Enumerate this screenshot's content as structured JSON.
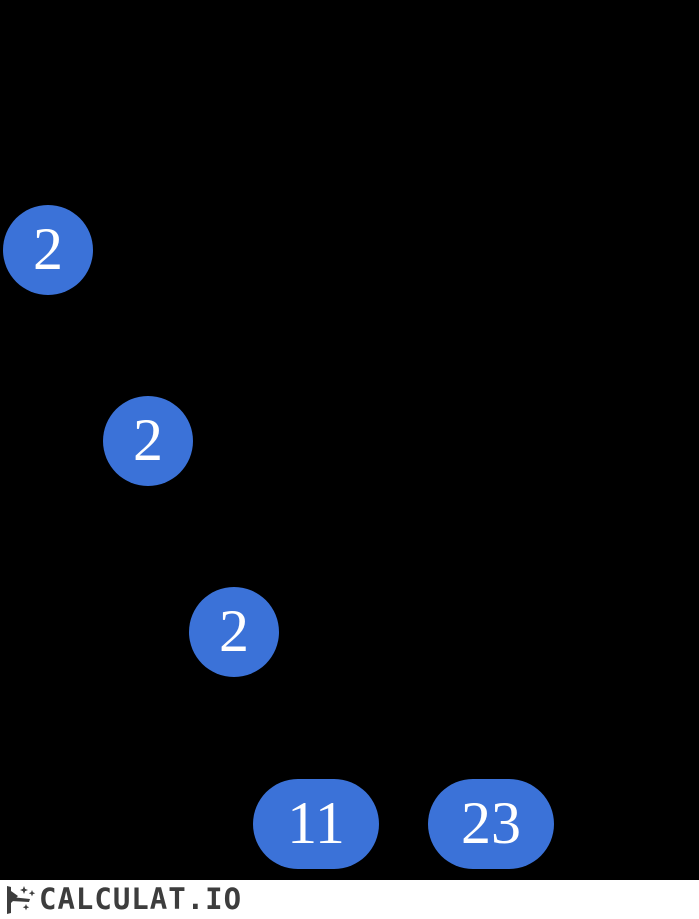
{
  "colors": {
    "background": "#000000",
    "node_fill": "#3b72d8",
    "node_text": "#ffffff",
    "watermark_bg": "#ffffff",
    "watermark_fg": "#3d3d3d"
  },
  "diagram": {
    "type": "factor-tree",
    "nodes": [
      {
        "label": "2"
      },
      {
        "label": "2"
      },
      {
        "label": "2"
      },
      {
        "label": "11"
      },
      {
        "label": "23"
      }
    ]
  },
  "watermark": {
    "brand": "CALCULAT.IO",
    "icon": "hand-sparkles-icon"
  }
}
